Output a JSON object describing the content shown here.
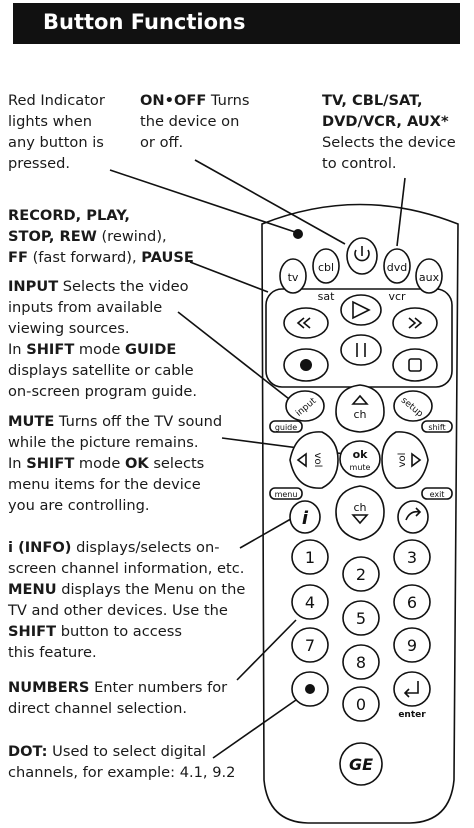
{
  "title": "Button Functions",
  "callouts": {
    "red_indicator": "Red Indicator\nlights when\nany button is\npressed.",
    "on_off": {
      "bold": "ON•OFF",
      "text": " Turns\nthe device on\nor off."
    },
    "tv_select": {
      "bold": "TV, CBL/SAT,\nDVD/VCR, AUX*",
      "text": "\nSelects the device\nto control."
    },
    "record": {
      "bold1": "RECORD, PLAY,\nSTOP, REW",
      "t1": " (rewind),\n",
      "bold2": "FF",
      "t2": " (fast forward), ",
      "bold3": "PAUSE"
    },
    "input": {
      "bold1": "INPUT",
      "t1": " Selects the video\ninputs from available\nviewing sources.\nIn ",
      "bold2": "SHIFT",
      "t2": " mode ",
      "bold3": "GUIDE",
      "t3": "\ndisplays satellite or cable\non-screen program guide."
    },
    "mute": {
      "bold1": "MUTE",
      "t1": " Turns off the TV sound\nwhile the picture remains.\nIn ",
      "bold2": "SHIFT",
      "t2": " mode ",
      "bold3": "OK",
      "t3": " selects\nmenu items for the device\nyou are controlling."
    },
    "info": {
      "bold1": "i (INFO)",
      "t1": " displays/selects on-\nscreen channel information, etc.\n",
      "bold2": "MENU",
      "t2": " displays the Menu on the\nTV and other devices. Use the\n",
      "bold3": "SHIFT",
      "t3": " button to access\nthis feature."
    },
    "numbers": {
      "bold": "NUMBERS",
      "text": " Enter numbers for\ndirect channel selection."
    },
    "dot": {
      "bold": "DOT:",
      "text": " Used to select digital\nchannels, for example: 4.1, 9.2"
    }
  },
  "remote": {
    "device_buttons": [
      "tv",
      "cbl",
      "dvd",
      "aux"
    ],
    "device_sublabels": [
      "sat",
      "vcr"
    ],
    "side_labels": {
      "guide": "guide",
      "shift": "shift",
      "menu": "menu",
      "exit": "exit"
    },
    "input_label": "input",
    "setup_label": "setup",
    "ch_label": "ch",
    "vol_label": "vol",
    "ok_label": "ok",
    "mute_label": "mute",
    "info_label": "i",
    "numbers": [
      "1",
      "2",
      "3",
      "4",
      "5",
      "6",
      "7",
      "8",
      "9",
      "0"
    ],
    "enter_label": "enter",
    "logo": "GE"
  }
}
